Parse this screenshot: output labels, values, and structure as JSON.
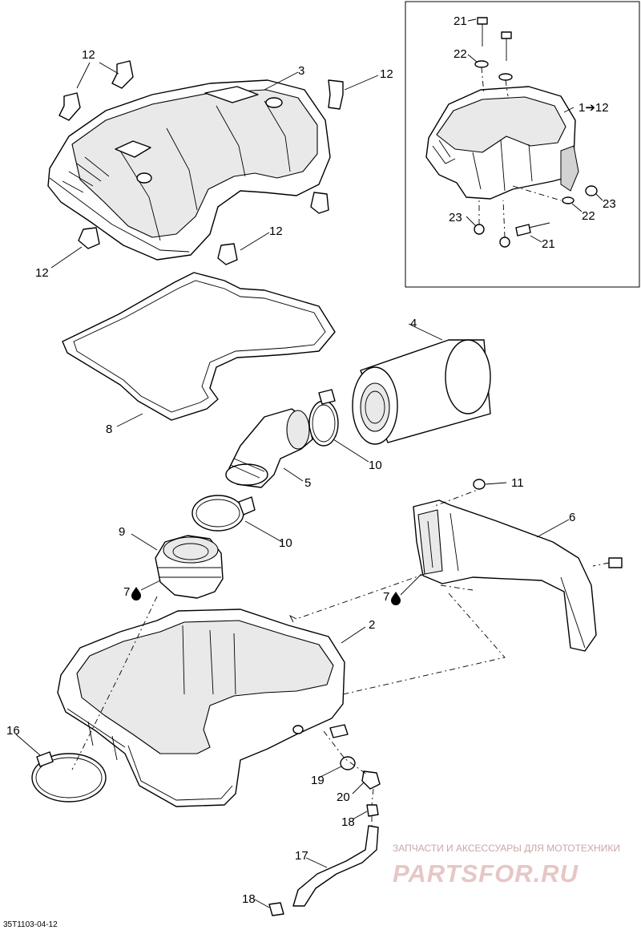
{
  "callouts": {
    "c12a": "12",
    "c3": "3",
    "c12b": "12",
    "c12c": "12",
    "c12d": "12",
    "c21a": "21",
    "c22a": "22",
    "c1to12": "1➔12",
    "c23a": "23",
    "c22b": "22",
    "c23b": "23",
    "c21b": "21",
    "c4": "4",
    "c8": "8",
    "c10a": "10",
    "c5": "5",
    "c11": "11",
    "c6": "6",
    "c9": "9",
    "c10b": "10",
    "c7a": "7",
    "c7b": "7",
    "c2": "2",
    "c16": "16",
    "c19": "19",
    "c20": "20",
    "c18a": "18",
    "c17": "17",
    "c18b": "18"
  },
  "icons": {
    "drop": "drop-icon"
  },
  "document_id": "35T1103-04-12",
  "watermark": {
    "caption": "ЗАПЧАСТИ И АКСЕССУАРЫ ДЛЯ МОТОТЕХНИКИ",
    "brand": "PARTSFOR.RU"
  },
  "colors": {
    "line": "#000000",
    "background": "#ffffff",
    "watermark": "#e7c6c6"
  }
}
